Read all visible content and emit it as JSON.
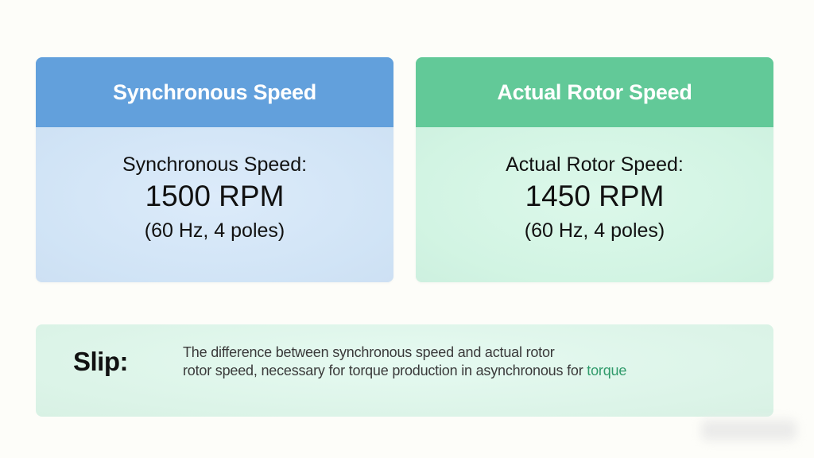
{
  "colors": {
    "page_background": "#fdfdf9",
    "sync_header": "#62a0dc",
    "sync_body": "#d4e6f7",
    "rotor_header": "#62c998",
    "rotor_body": "#d2f4e4",
    "slip_panel": "#dcf4e8",
    "accent_text": "#2f9a6a"
  },
  "cards": [
    {
      "title": "Synchronous Speed",
      "label": "Synchronous Speed:",
      "value": "1500 RPM",
      "detail": "(60 Hz, 4 poles)"
    },
    {
      "title": "Actual Rotor Speed",
      "label": "Actual Rotor Speed:",
      "value": "1450 RPM",
      "detail": "(60 Hz, 4 poles)"
    }
  ],
  "slip": {
    "term": "Slip:",
    "line1": "The difference between synchronous speed and actual rotor",
    "line2_main": "rotor speed, necessary for torque production in asynchronous for ",
    "line2_accent": "torque"
  }
}
